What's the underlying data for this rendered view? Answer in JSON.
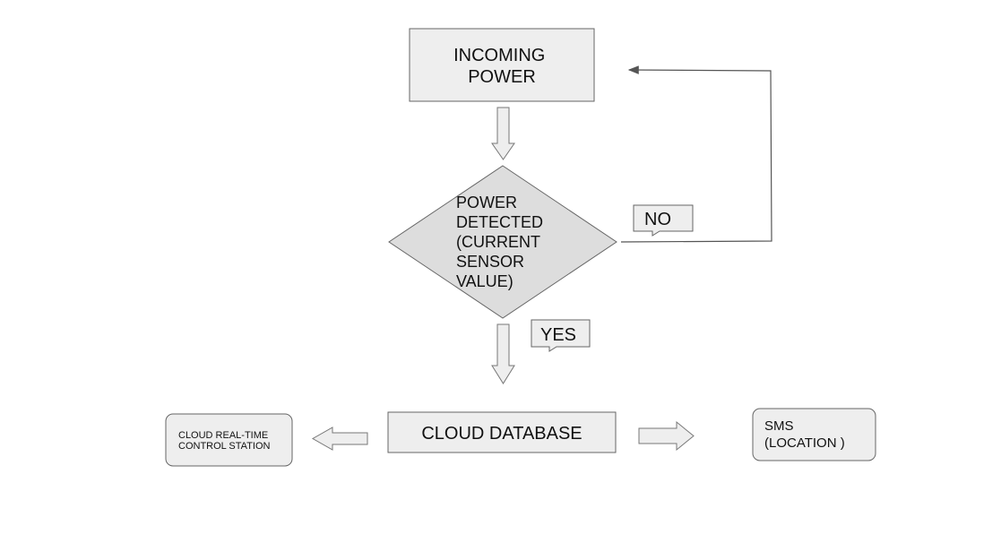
{
  "colors": {
    "node_fill": "#eeeeee",
    "node_stroke": "#666666",
    "arrow_fill": "#eeeeee",
    "arrow_stroke": "#777777",
    "line": "#555555",
    "text": "#111111"
  },
  "nodes": {
    "incoming_power": {
      "lines": [
        "INCOMING",
        "POWER"
      ]
    },
    "decision": {
      "lines": [
        "POWER",
        "DETECTED",
        "(CURRENT",
        "SENSOR",
        "VALUE)"
      ]
    },
    "cloud_database": {
      "label": "CLOUD DATABASE"
    },
    "control_station": {
      "lines": [
        "CLOUD REAL-TIME",
        "CONTROL STATION"
      ]
    },
    "sms": {
      "lines": [
        "SMS",
        "(LOCATION )"
      ]
    }
  },
  "callouts": {
    "no": "NO",
    "yes": "YES"
  }
}
